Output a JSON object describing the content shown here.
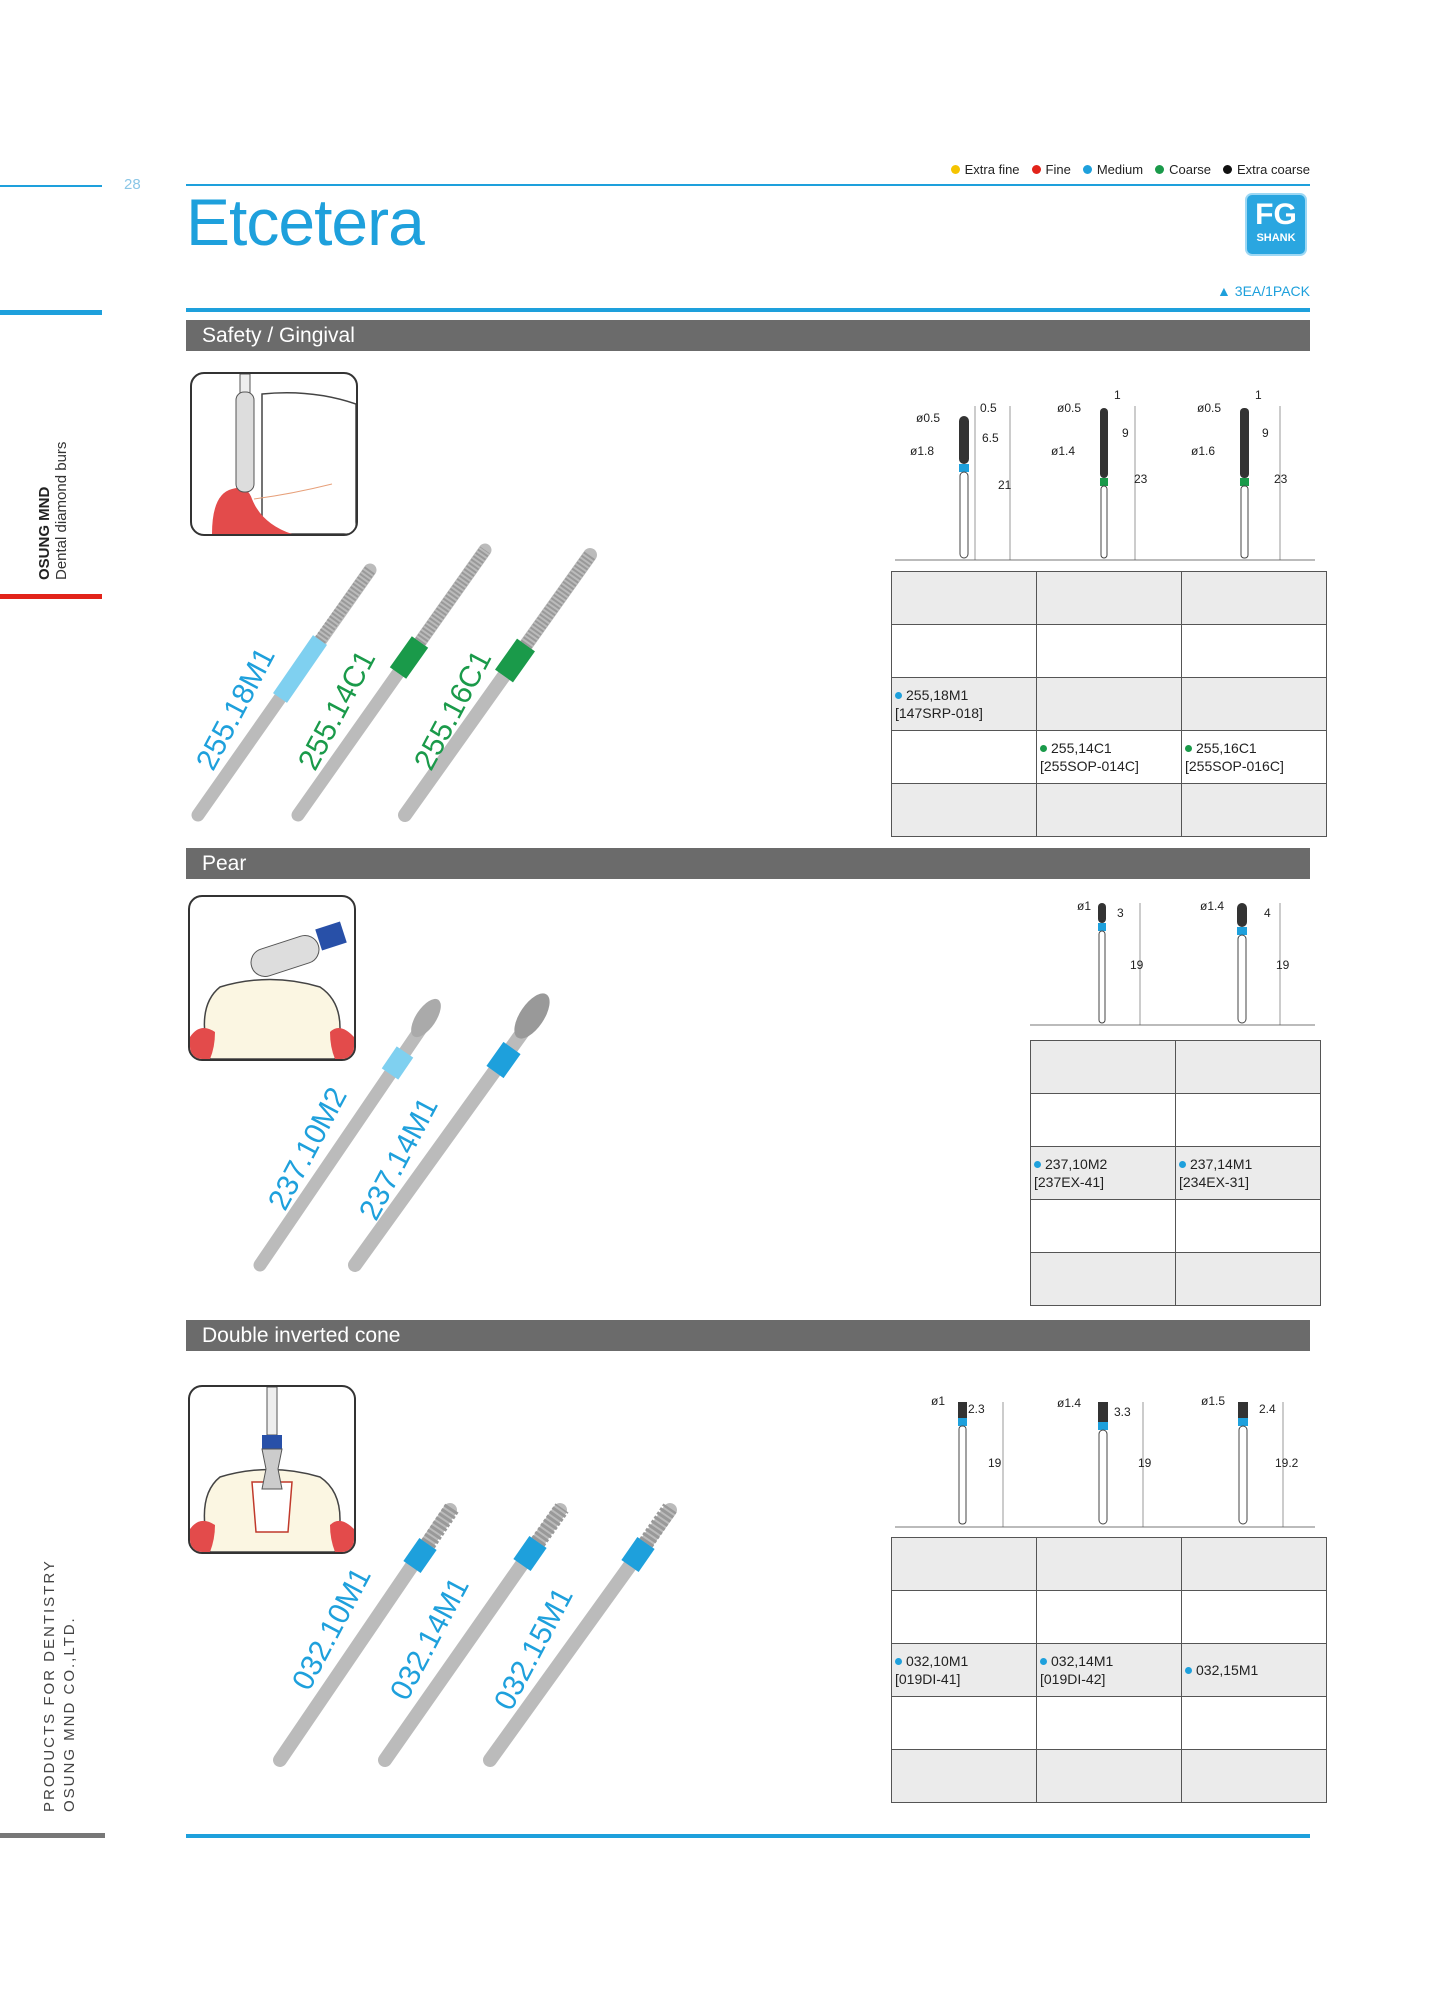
{
  "page_number": "28",
  "title": "Etcetera",
  "legend": [
    {
      "label": "Extra fine",
      "color": "#f5c400"
    },
    {
      "label": "Fine",
      "color": "#e2231a"
    },
    {
      "label": "Medium",
      "color": "#1ea0dc"
    },
    {
      "label": "Coarse",
      "color": "#1a9a4a"
    },
    {
      "label": "Extra coarse",
      "color": "#111111"
    }
  ],
  "badge": {
    "main": "FG",
    "sub": "SHANK"
  },
  "pack": "▲ 3EA/1PACK",
  "sidebar": {
    "brand": "OSUNG MND",
    "subtitle": "Dental diamond burs",
    "company_line1": "PRODUCTS FOR DENTISTRY",
    "company_line2": "OSUNG MND CO.,LTD."
  },
  "sections": [
    {
      "name": "Safety / Gingival",
      "burrs": [
        {
          "label": "255.18M1",
          "color": "#1ea0dc",
          "code": "255,18M1",
          "ref": "[147SRP-018]"
        },
        {
          "label": "255.14C1",
          "color": "#1a9a4a",
          "code": "255,14C1",
          "ref": "[255SOP-014C]"
        },
        {
          "label": "255.16C1",
          "color": "#1a9a4a",
          "code": "255,16C1",
          "ref": "[255SOP-016C]"
        }
      ],
      "dims": [
        {
          "d_tip": "ø0.5",
          "tip": "0.5",
          "d_body": "ø1.8",
          "body": "6.5",
          "total": "21"
        },
        {
          "d_tip": "ø0.5",
          "tip": "1",
          "d_body": "ø1.4",
          "body": "9",
          "total": "23"
        },
        {
          "d_tip": "ø0.5",
          "tip": "1",
          "d_body": "ø1.6",
          "body": "9",
          "total": "23"
        }
      ]
    },
    {
      "name": "Pear",
      "burrs": [
        {
          "label": "237.10M2",
          "color": "#1ea0dc",
          "code": "237,10M2",
          "ref": "[237EX-41]"
        },
        {
          "label": "237.14M1",
          "color": "#1ea0dc",
          "code": "237,14M1",
          "ref": "[234EX-31]"
        }
      ],
      "dims": [
        {
          "d_body": "ø1",
          "body": "3",
          "total": "19"
        },
        {
          "d_body": "ø1.4",
          "body": "4",
          "total": "19"
        }
      ]
    },
    {
      "name": "Double inverted cone",
      "burrs": [
        {
          "label": "032.10M1",
          "color": "#1ea0dc",
          "code": "032,10M1",
          "ref": "[019DI-41]"
        },
        {
          "label": "032.14M1",
          "color": "#1ea0dc",
          "code": "032,14M1",
          "ref": "[019DI-42]"
        },
        {
          "label": "032.15M1",
          "color": "#1ea0dc",
          "code": "032,15M1",
          "ref": ""
        }
      ],
      "dims": [
        {
          "d_body": "ø1",
          "body": "2.3",
          "total": "19"
        },
        {
          "d_body": "ø1.4",
          "body": "3.3",
          "total": "19"
        },
        {
          "d_body": "ø1.5",
          "body": "2.4",
          "total": "19.2"
        }
      ]
    }
  ]
}
